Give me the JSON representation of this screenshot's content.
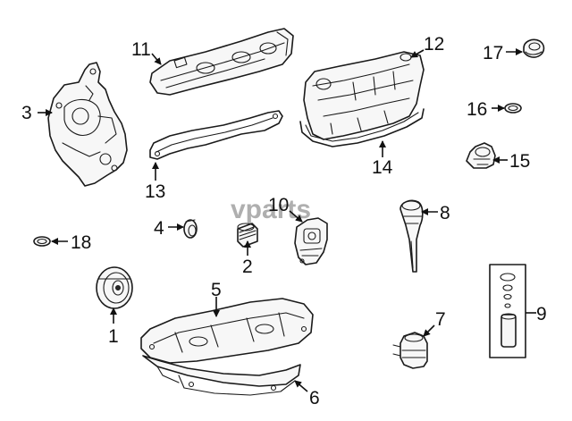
{
  "watermark": "vparts",
  "callouts": {
    "c1": "1",
    "c2": "2",
    "c3": "3",
    "c4": "4",
    "c5": "5",
    "c6": "6",
    "c7": "7",
    "c8": "8",
    "c9": "9",
    "c10": "10",
    "c11": "11",
    "c12": "12",
    "c13": "13",
    "c14": "14",
    "c15": "15",
    "c16": "16",
    "c17": "17",
    "c18": "18"
  },
  "colors": {
    "line": "#1a1a1a",
    "fill": "#f7f7f7",
    "watermark": "#6e6e6e"
  }
}
